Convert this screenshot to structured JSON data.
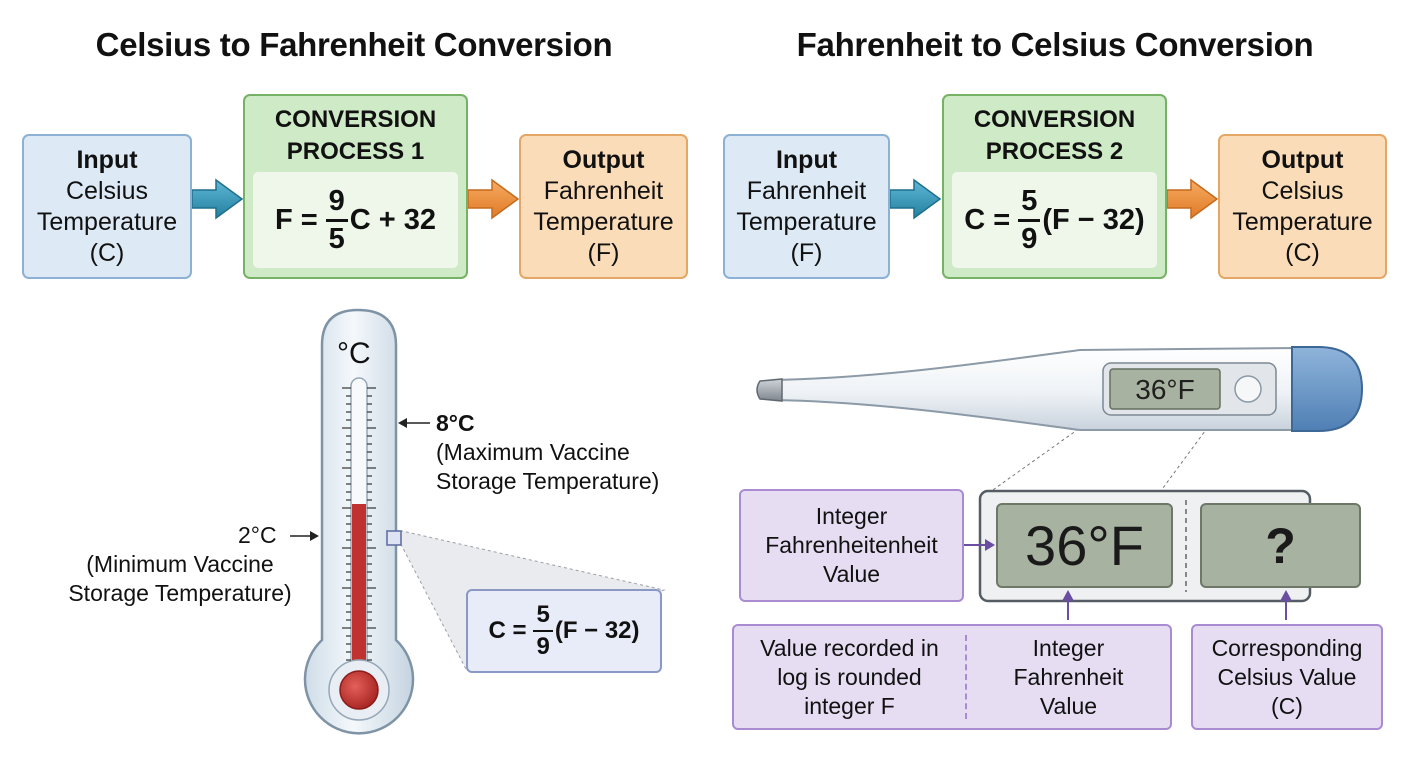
{
  "titles": {
    "left": "Celsius to Fahrenheit Conversion",
    "right": "Fahrenheit to Celsius Conversion"
  },
  "flow_c_to_f": {
    "input": {
      "heading": "Input",
      "line1": "Celsius",
      "line2": "Temperature",
      "line3": "(C)"
    },
    "process": {
      "line1": "CONVERSION",
      "line2": "PROCESS 1",
      "lhs": "F =",
      "num": "9",
      "den": "5",
      "rhs": "C + 32"
    },
    "output": {
      "heading": "Output",
      "line1": "Fahrenheit",
      "line2": "Temperature",
      "line3": "(F)"
    }
  },
  "flow_f_to_c": {
    "input": {
      "heading": "Input",
      "line1": "Fahrenheit",
      "line2": "Temperature",
      "line3": "(F)"
    },
    "process": {
      "line1": "CONVERSION",
      "line2": "PROCESS 2",
      "lhs": "C =",
      "num": "5",
      "den": "9",
      "rhs": "(F − 32)"
    },
    "output": {
      "heading": "Output",
      "line1": "Celsius",
      "line2": "Temperature",
      "line3": "(C)"
    }
  },
  "thermometer": {
    "unit": "°C",
    "max_value": "8°C",
    "max_line1": "(Maximum Vaccine",
    "max_line2": "Storage Temperature)",
    "min_value": "2°C",
    "min_line1": "(Minimum Vaccine",
    "min_line2": "Storage Temperature)",
    "callout": {
      "lhs": "C =",
      "num": "5",
      "den": "9",
      "rhs": "(F − 32)"
    }
  },
  "digital": {
    "small_display": "36°F",
    "big_display": "36°F",
    "unknown_display": "?",
    "label_integer_fahrenheitenheit": {
      "line1": "Integer",
      "line2": "Fahrenheitenheit",
      "line3": "Value"
    },
    "label_log": {
      "line1": "Value recorded in",
      "line2": "log is rounded",
      "line3": "integer F"
    },
    "label_integer_fahrenheit": {
      "line1": "Integer",
      "line2": "Fahrenheit",
      "line3": "Value"
    },
    "label_celsius": {
      "line1": "Corresponding",
      "line2": "Celsius Value",
      "line3": "(C)"
    }
  },
  "colors": {
    "input_fill": "#ddeaf6",
    "process_fill": "#cfeac6",
    "output_fill": "#fbdcb8",
    "arrow_blue": "#2e93b6",
    "arrow_orange": "#ee8d3a",
    "mercury": "#c0322f",
    "label_purple": "#e6ddf3"
  }
}
